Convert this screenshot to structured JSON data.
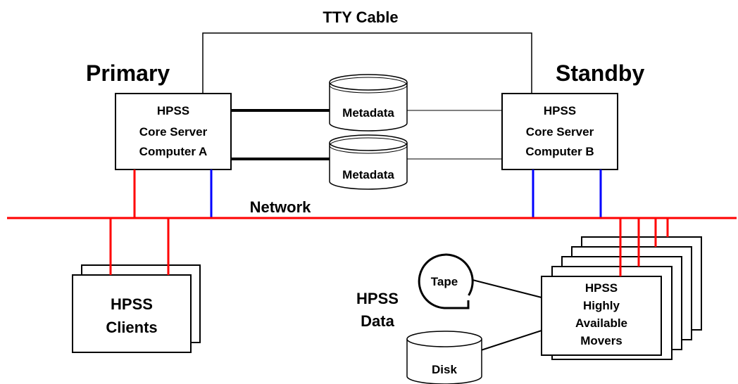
{
  "cable_label": "TTY Cable",
  "primary_label": "Primary",
  "standby_label": "Standby",
  "network_label": "Network",
  "computer_a": [
    "HPSS",
    "Core Server",
    "Computer A"
  ],
  "computer_b": [
    "HPSS",
    "Core Server",
    "Computer B"
  ],
  "metadata_1": "Metadata",
  "metadata_2": "Metadata",
  "clients": [
    "HPSS",
    "Clients"
  ],
  "data_label": [
    "HPSS",
    "Data"
  ],
  "tape_label": "Tape",
  "disk_label": "Disk",
  "movers": [
    "HPSS",
    "Highly",
    "Available",
    "Movers"
  ],
  "colors": {
    "network": "#ff0000",
    "blue_link": "#0000ff",
    "line": "#000000"
  }
}
